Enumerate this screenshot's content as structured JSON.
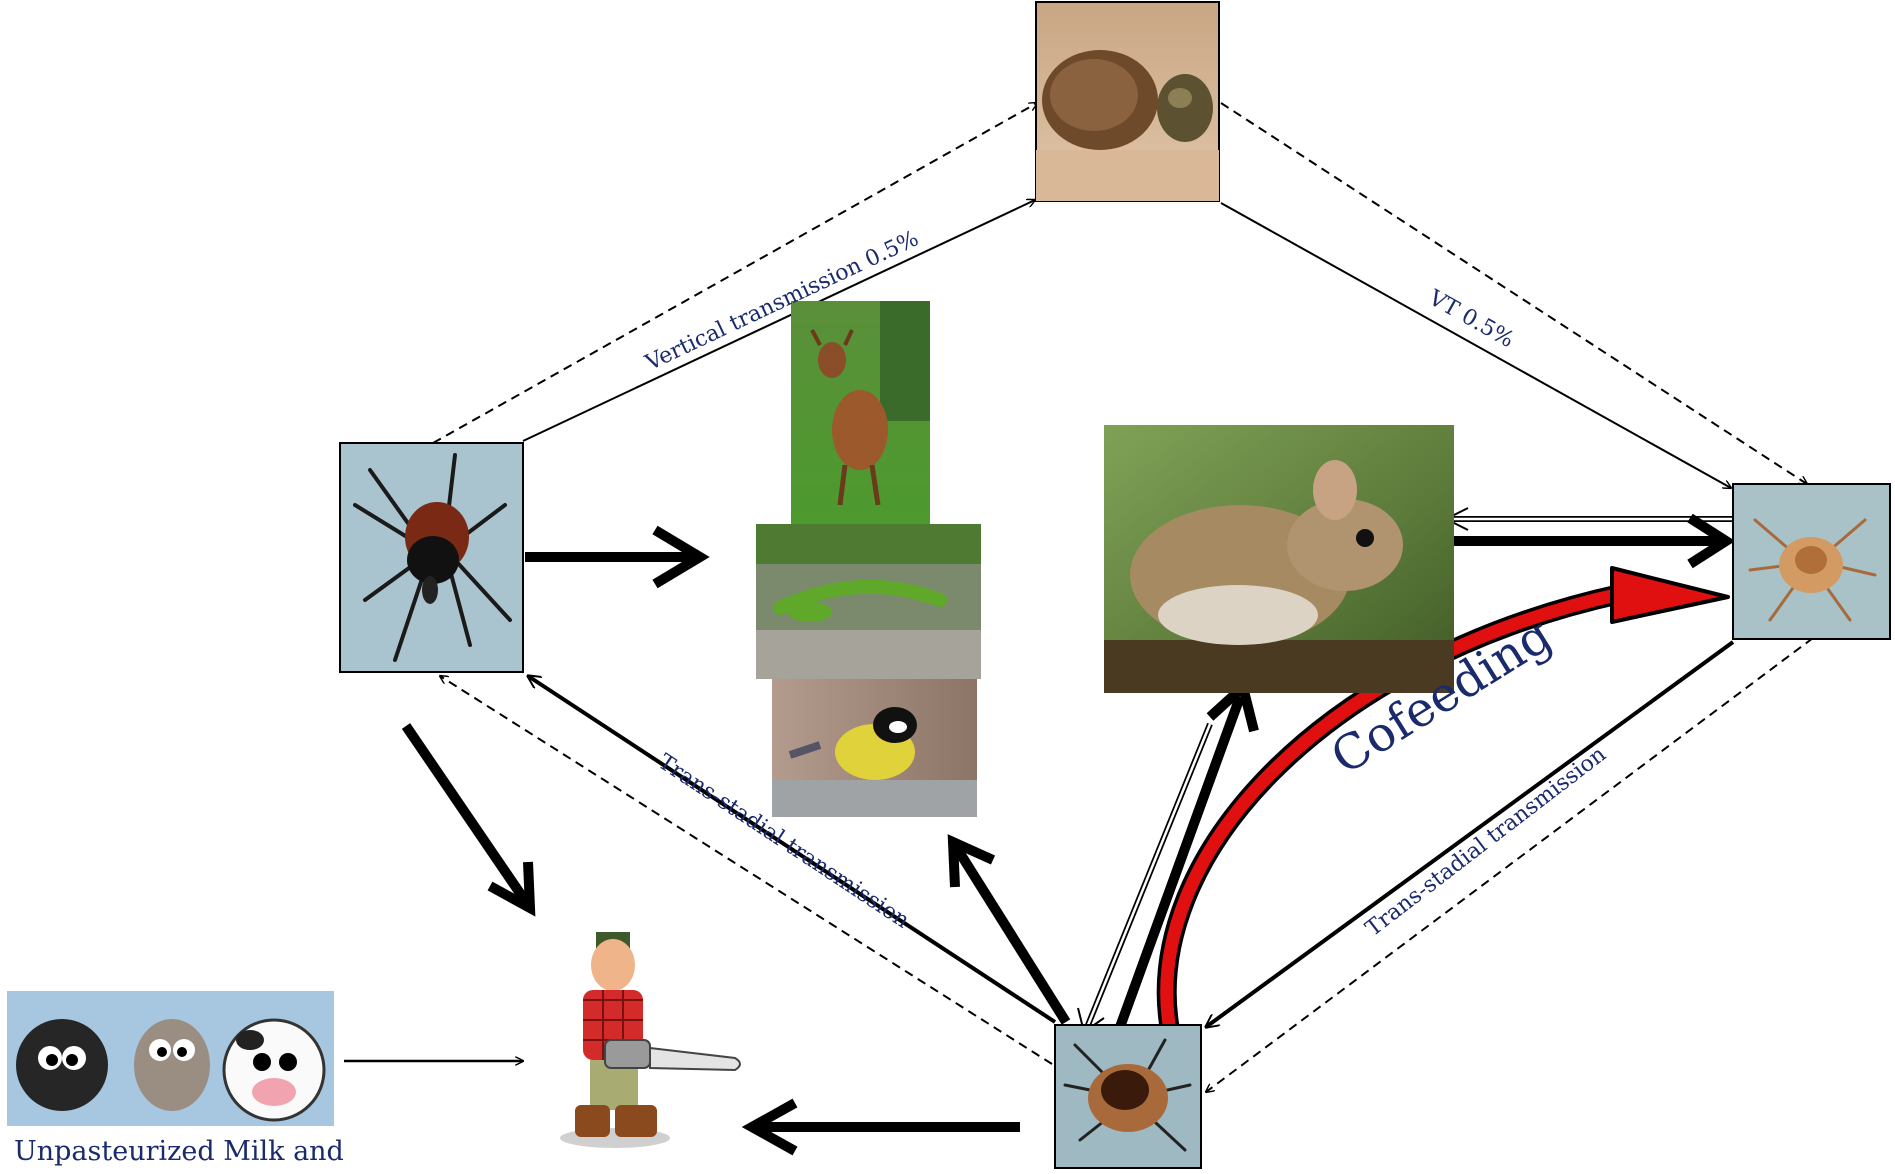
{
  "labels": {
    "vertical_transmission": "Vertical transmission 0.5%",
    "vt": "VT 0.5%",
    "trans_stadial_left": "Trans-stadial transmission",
    "trans_stadial_right": "Trans-stadial transmission",
    "cofeeding": "Cofeeding"
  },
  "caption": "Unpasteurized Milk and",
  "icons": {
    "eggs": "tick-eggs-icon",
    "adult_tick": "adult-tick-icon",
    "larva": "larva-tick-icon",
    "nymph": "nymph-tick-icon",
    "mouse": "mouse-icon",
    "deer": "deer-icon",
    "lizard": "lizard-icon",
    "bird": "bird-icon",
    "human": "human-lumberjack-icon",
    "livestock": "sheep-goat-cow-icon"
  },
  "colors": {
    "label_text": "#1a2a6c",
    "cofeeding_arrow": "#e01010"
  }
}
